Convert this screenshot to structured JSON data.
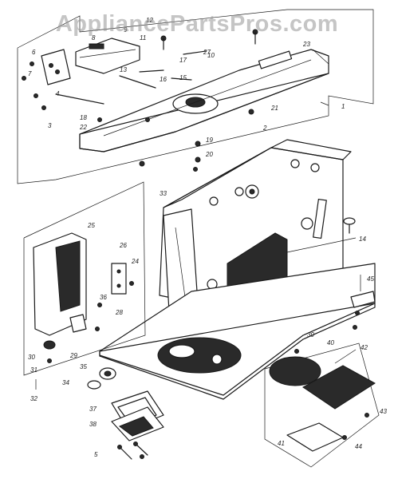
{
  "watermark": "AppliancePartsPros.com",
  "callouts": [
    "1",
    "2",
    "3",
    "4",
    "5",
    "6",
    "7",
    "8",
    "9",
    "10",
    "11",
    "12",
    "13",
    "14",
    "15",
    "16",
    "17",
    "18",
    "19",
    "20",
    "21",
    "22",
    "23",
    "24",
    "25",
    "26",
    "27",
    "28",
    "29",
    "30",
    "31",
    "32",
    "33",
    "34",
    "35",
    "36",
    "37",
    "38",
    "39",
    "40",
    "41",
    "42",
    "43",
    "44",
    "45"
  ],
  "colors": {
    "ink": "#1a1a1a",
    "paper": "#ffffff",
    "watermark": "#969696"
  }
}
